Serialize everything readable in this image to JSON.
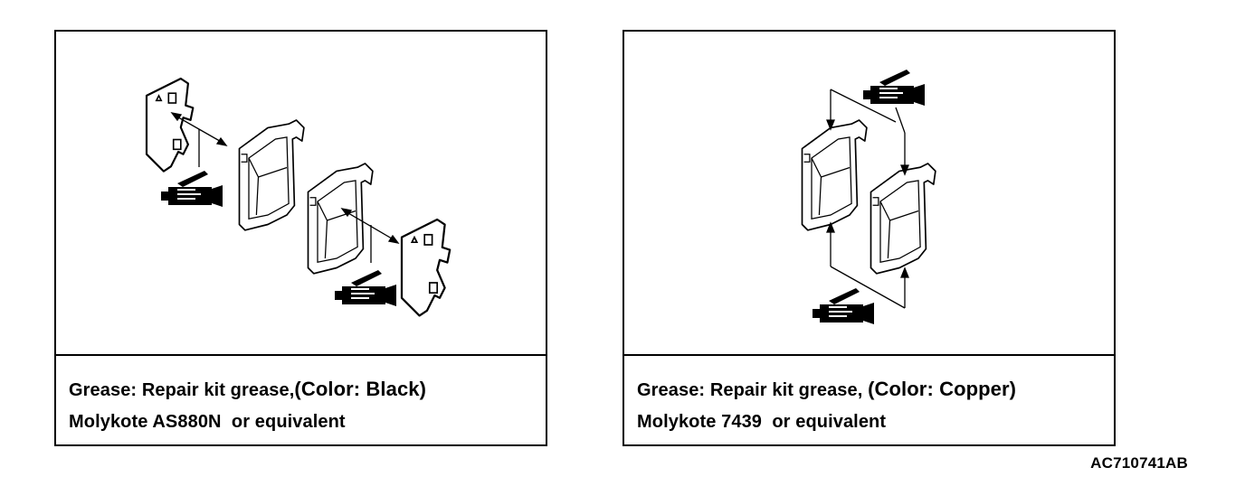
{
  "left_panel": {
    "caption_line1_prefix": "Grease: Repair kit grease,",
    "caption_line1_color": "(Color: Black)",
    "caption_line2_product": "Molykote AS880N",
    "caption_line2_suffix": "or equivalent"
  },
  "right_panel": {
    "caption_line1_prefix": "Grease: Repair kit grease,",
    "caption_line1_color": "(Color: Copper)",
    "caption_line2_product": "Molykote 7439",
    "caption_line2_suffix": "or equivalent"
  },
  "reference_code": "AC710741AB",
  "icons": [
    "grease-tube-icon",
    "brake-pad",
    "anti-squeal-shim"
  ]
}
